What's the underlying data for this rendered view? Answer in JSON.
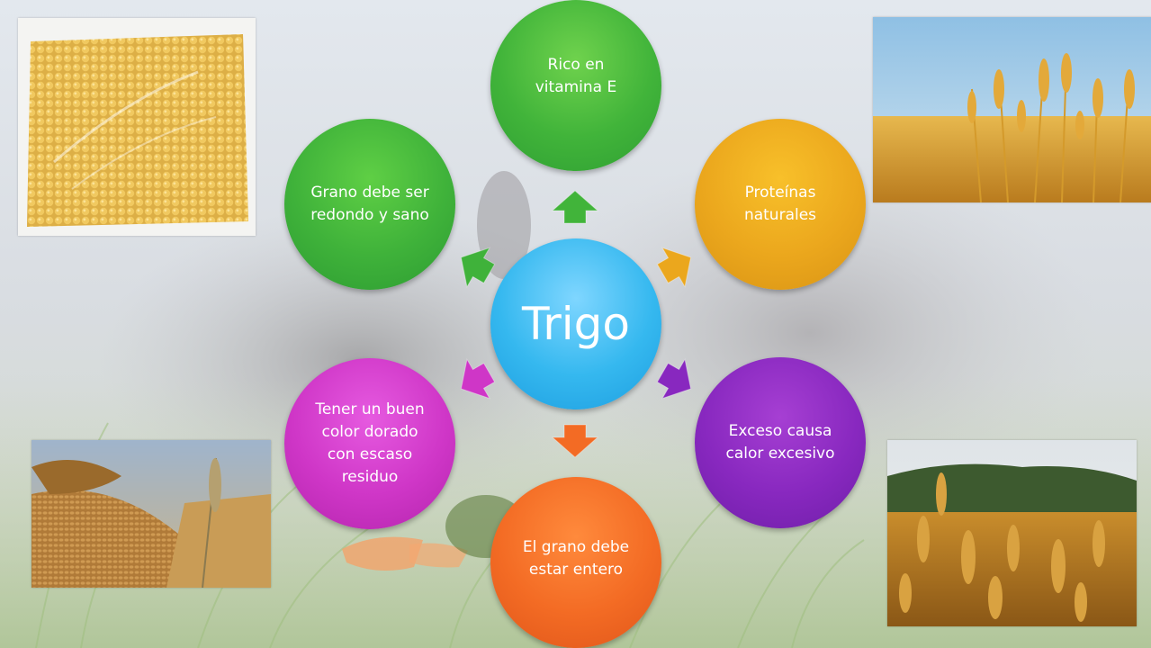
{
  "diagram": {
    "center": {
      "label": "Trigo",
      "color": "#35b8ef"
    },
    "nodes": {
      "top": {
        "label": "Rico en vitamina E",
        "color": "#41b43a"
      },
      "upper_right": {
        "label": "Proteínas naturales",
        "color": "#eba71d"
      },
      "lower_right": {
        "label": "Exceso  causa calor excesivo",
        "color": "#8828bf"
      },
      "bottom": {
        "label": "El grano debe estar entero",
        "color": "#f36b24"
      },
      "lower_left": {
        "label": "Tener un buen color dorado con escaso residuo",
        "color": "#cf36c7"
      },
      "upper_left": {
        "label": "Grano debe ser redondo y sano",
        "color": "#3fb23a"
      }
    },
    "arrow_colors": {
      "top": "#41b43a",
      "upper_right": "#eba71d",
      "lower_right": "#8828bf",
      "bottom": "#f36b24",
      "lower_left": "#cf36c7",
      "upper_left": "#3fb23a"
    }
  },
  "photos": [
    "grain-bag",
    "wheat-sky",
    "wheat-pile",
    "wheat-field"
  ]
}
